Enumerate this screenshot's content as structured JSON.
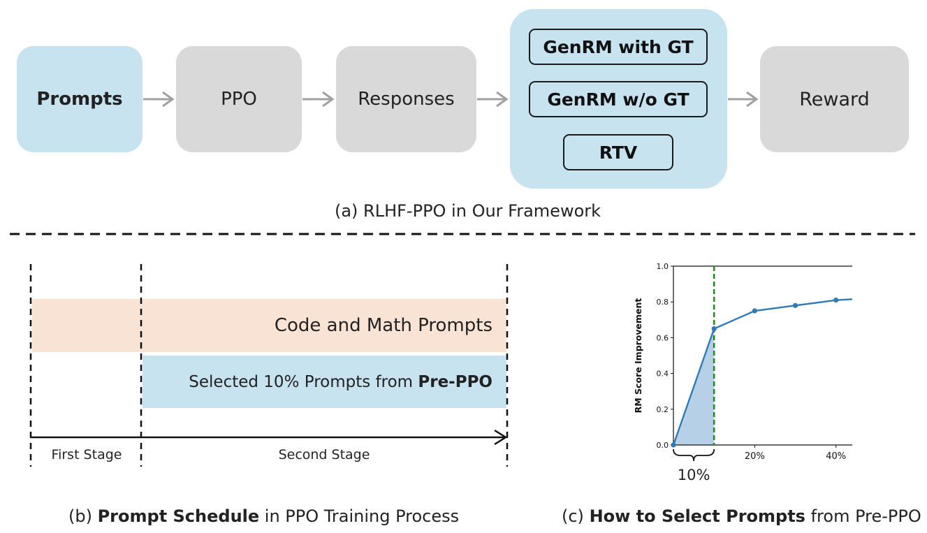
{
  "panel_a": {
    "nodes": {
      "prompts": "Prompts",
      "ppo": "PPO",
      "responses": "Responses",
      "reward": "Reward"
    },
    "reward_models": [
      "GenRM with GT",
      "GenRM w/o GT",
      "RTV"
    ],
    "caption": "(a) RLHF-PPO in Our Framework",
    "colors": {
      "gray_box": "#d9d9d9",
      "blue_box": "#c6e3ef",
      "arrow": "#a0a0a0"
    }
  },
  "panel_b": {
    "band_code_math": "Code and Math Prompts",
    "band_selected_prefix": "Selected 10% Prompts from ",
    "band_selected_bold": "Pre-PPO",
    "first_stage": "First Stage",
    "second_stage": "Second Stage",
    "caption_prefix": "(b) ",
    "caption_bold": "Prompt Schedule",
    "caption_suffix": " in PPO Training Process",
    "colors": {
      "code_math_band": "#f9e3d5",
      "selected_band": "#c6e3ef"
    }
  },
  "panel_c": {
    "caption_prefix": "(c) ",
    "caption_bold": "How to Select Prompts",
    "caption_suffix": " from Pre-PPO",
    "brace_label": "10%"
  },
  "chart_data": {
    "type": "line",
    "ylabel": "RM Score Improvement",
    "xlabel": "",
    "x": [
      0,
      10,
      20,
      30,
      40
    ],
    "values": [
      0.0,
      0.65,
      0.75,
      0.78,
      0.81
    ],
    "tail_point": {
      "x": 44,
      "y": 0.815
    },
    "xlim": [
      0,
      44
    ],
    "ylim": [
      0,
      1.0
    ],
    "xtick_labels": [
      "20%",
      "40%"
    ],
    "xtick_values": [
      20,
      40
    ],
    "ytick_labels": [
      "0.0",
      "0.2",
      "0.4",
      "0.6",
      "0.8",
      "1.0"
    ],
    "ytick_values": [
      0.0,
      0.2,
      0.4,
      0.6,
      0.8,
      1.0
    ],
    "threshold_x": 10,
    "shaded_region": [
      0,
      10
    ],
    "colors": {
      "line": "#2f7bb6",
      "fill": "#a9c9e3",
      "threshold": "#228b22"
    }
  }
}
